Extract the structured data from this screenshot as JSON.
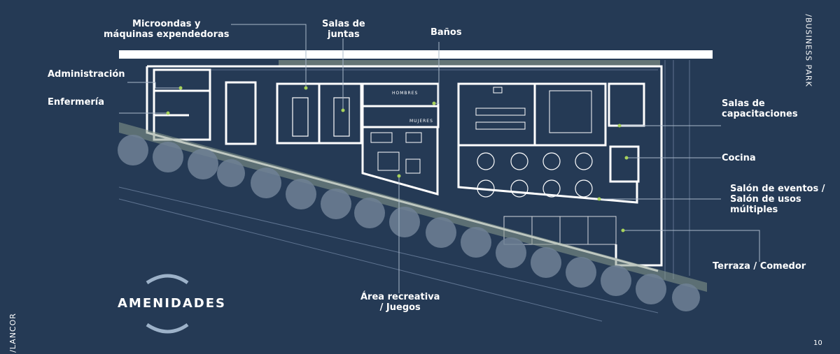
{
  "title": "AMENIDADES",
  "brand_right": "/BUSINESS PARK",
  "brand_left": "/LANCOR",
  "page_number": "10",
  "colors": {
    "background": "#253a55",
    "walls": "#ffffff",
    "accent": "#a8d35b",
    "trees": "#6f8196"
  },
  "labels": {
    "microondas": [
      "Microondas y",
      "máquinas expendedoras"
    ],
    "salas_juntas": [
      "Salas de",
      "juntas"
    ],
    "banos": "Baños",
    "administracion": "Administración",
    "enfermeria": "Enfermería",
    "salas_capacitaciones": [
      "Salas de",
      "capacitaciones"
    ],
    "cocina": "Cocina",
    "salon_eventos": [
      "Salón de eventos /",
      "Salón de usos",
      "múltiples"
    ],
    "terraza": "Terraza / Comedor",
    "area_recreativa": [
      "Área recreativa",
      "/ Juegos"
    ]
  },
  "room_tags": {
    "hombres": "HOMBRES",
    "mujeres": "MUJERES"
  }
}
